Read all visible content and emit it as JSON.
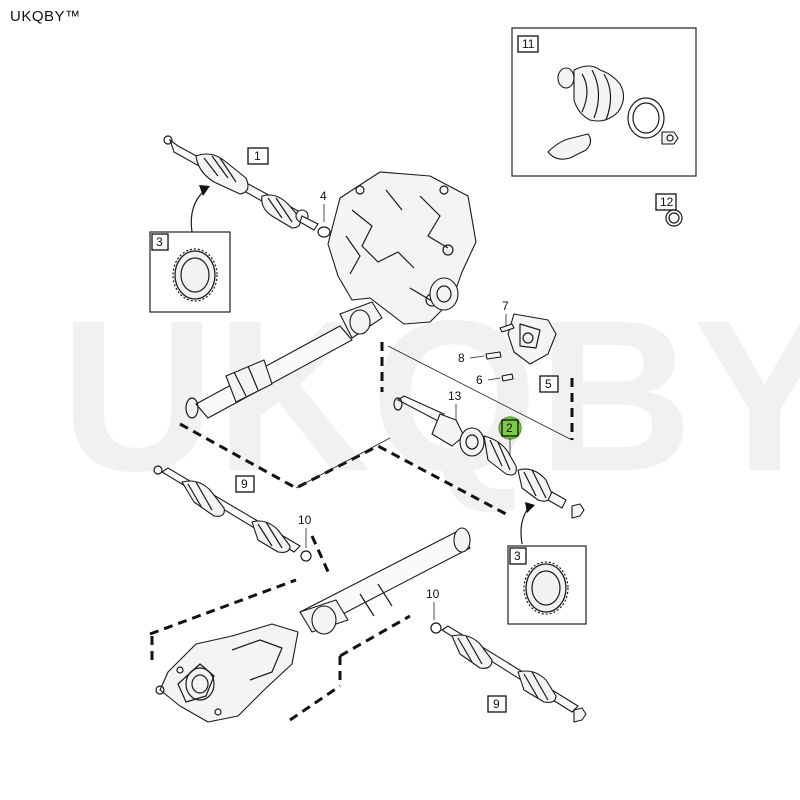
{
  "brand": "UKQBY™",
  "watermark": "UKQBY™",
  "labels": {
    "c1": "1",
    "c2": "2",
    "c3a": "3",
    "c3b": "3",
    "n4": "4",
    "c5": "5",
    "n6": "6",
    "n7": "7",
    "n8": "8",
    "c9a": "9",
    "c9b": "9",
    "n10a": "10",
    "n10b": "10",
    "c11": "11",
    "c12": "12",
    "n13": "13"
  },
  "colors": {
    "highlight": "#7ec84a",
    "line": "#1a1a1a"
  }
}
